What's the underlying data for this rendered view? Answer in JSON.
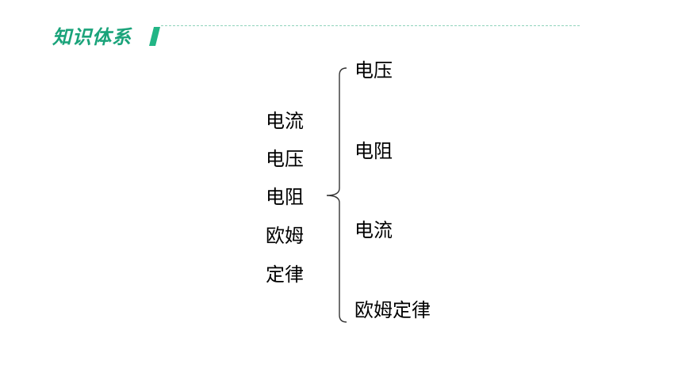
{
  "header": {
    "title": "知识体系",
    "accent_color": "#1aa37a"
  },
  "topic": {
    "lines": [
      "电流",
      "电压",
      "电阻",
      "欧姆",
      "定律"
    ]
  },
  "branches": [
    "电压",
    "电阻",
    "电流",
    "欧姆定律"
  ]
}
